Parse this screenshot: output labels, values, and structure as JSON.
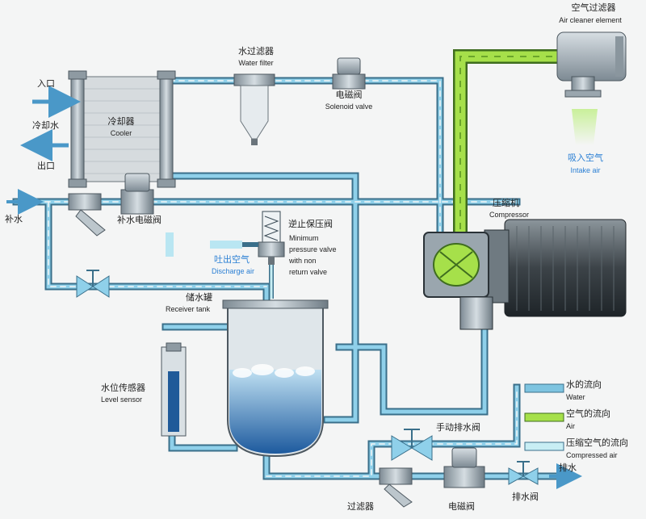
{
  "components": {
    "air_cleaner": {
      "zh": "空气过滤器",
      "en": "Air cleaner element"
    },
    "intake_air": {
      "zh": "吸入空气",
      "en": "Intake air"
    },
    "water_filter": {
      "zh": "水过滤器",
      "en": "Water filter"
    },
    "solenoid_top": {
      "zh": "电磁阀",
      "en": "Solenoid valve"
    },
    "cooler": {
      "zh": "冷却器",
      "en": "Cooler"
    },
    "inlet": "入口",
    "cooling_water": "冷却水",
    "outlet": "出口",
    "makeup_water": "补水",
    "makeup_solenoid": "补水电磁阀",
    "compressor": {
      "zh": "压缩机",
      "en": "Compressor"
    },
    "min_pressure_valve": {
      "zh": "逆止保压阀",
      "en_lines": [
        "Minimum",
        "pressure valve",
        "with non",
        "return valve"
      ]
    },
    "discharge_air": {
      "zh": "吐出空气",
      "en": "Discharge air"
    },
    "receiver_tank": {
      "zh": "储水罐",
      "en": "Receiver tank"
    },
    "level_sensor": {
      "zh": "水位传感器",
      "en": "Level sensor"
    },
    "manual_drain": "手动排水阀",
    "filter_bottom": "过滤器",
    "solenoid_bottom": "电磁阀",
    "drain_valve": "排水阀",
    "drain": "排水"
  },
  "legend": [
    {
      "zh": "水的流向",
      "en": "Water",
      "color": "#7ec4e0"
    },
    {
      "zh": "空气的流向",
      "en": "Air",
      "color": "#a6e04a"
    },
    {
      "zh": "压缩空气的流向",
      "en": "Compressed air",
      "color": "#b6e3ef"
    }
  ],
  "colors": {
    "pipe": "#7ec4e0",
    "pipe_dark": "#3a6f8a",
    "air": "#a6e04a",
    "compressed": "#c8eef4",
    "water_tank": "#2f6fb0"
  }
}
